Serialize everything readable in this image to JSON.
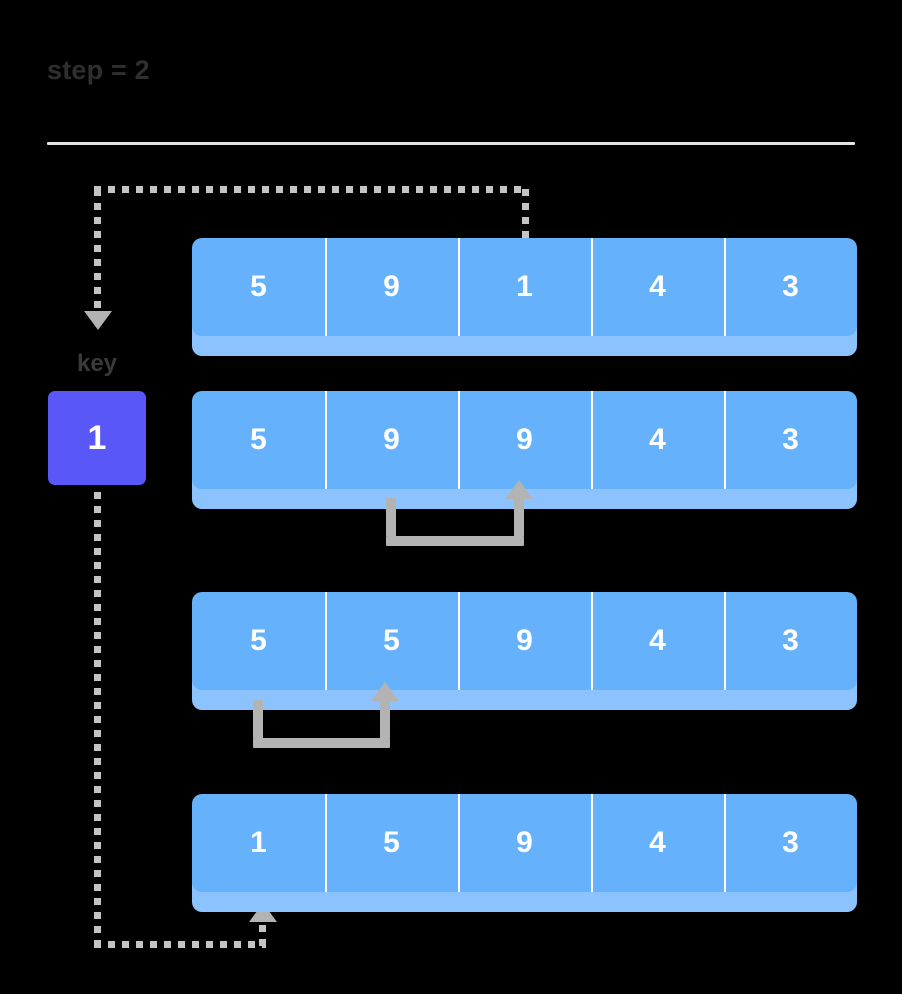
{
  "header": {
    "step_label": "step = 2"
  },
  "key": {
    "label": "key",
    "value": "1",
    "color": "#5a57f8"
  },
  "palette": {
    "cell_fill": "#66b1fc",
    "cell_shadow": "#8cc2fd",
    "cell_divider": "#ffffff",
    "cell_text": "#ffffff",
    "connector": "#b3b3b3",
    "dotted": "#c4c4c4",
    "title_text": "#2f2f2f",
    "rule": "#e4e4e4",
    "background": "#000000"
  },
  "rows": [
    {
      "cells": [
        "5",
        "9",
        "1",
        "4",
        "3"
      ]
    },
    {
      "cells": [
        "5",
        "9",
        "9",
        "4",
        "3"
      ]
    },
    {
      "cells": [
        "5",
        "5",
        "9",
        "4",
        "3"
      ]
    },
    {
      "cells": [
        "1",
        "5",
        "9",
        "4",
        "3"
      ]
    }
  ],
  "connectors": {
    "shift_row1": {
      "from_index": 1,
      "to_index": 2
    },
    "shift_row2": {
      "from_index": 0,
      "to_index": 1
    },
    "key_in": {
      "from_row": 0,
      "from_index": 2
    },
    "key_out": {
      "to_row": 3,
      "to_index": 0
    }
  }
}
